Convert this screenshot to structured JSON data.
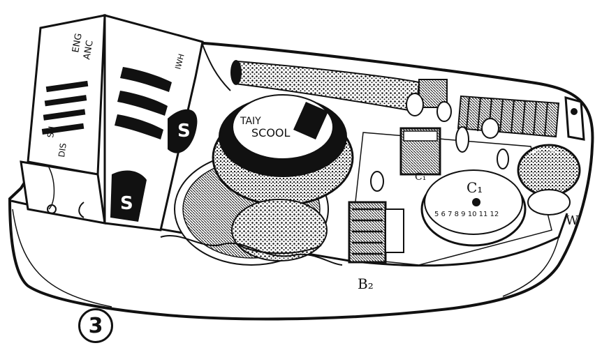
{
  "labels": {
    "c1": "C₁",
    "c1_small": "C₁",
    "b2": "B₂",
    "w": "W",
    "figure_number": "3"
  },
  "battery": {
    "text_side": [
      "ENG",
      "ANC"
    ],
    "text_front": [
      "SH",
      "DIS"
    ],
    "text_cell": [
      "IWH",
      "S"
    ]
  },
  "speaker": {
    "magnet_text": [
      "TAIY",
      "SCOOL"
    ]
  },
  "colors": {
    "ink": "#111111",
    "paper": "#ffffff",
    "shade": "#e6e6e6"
  }
}
